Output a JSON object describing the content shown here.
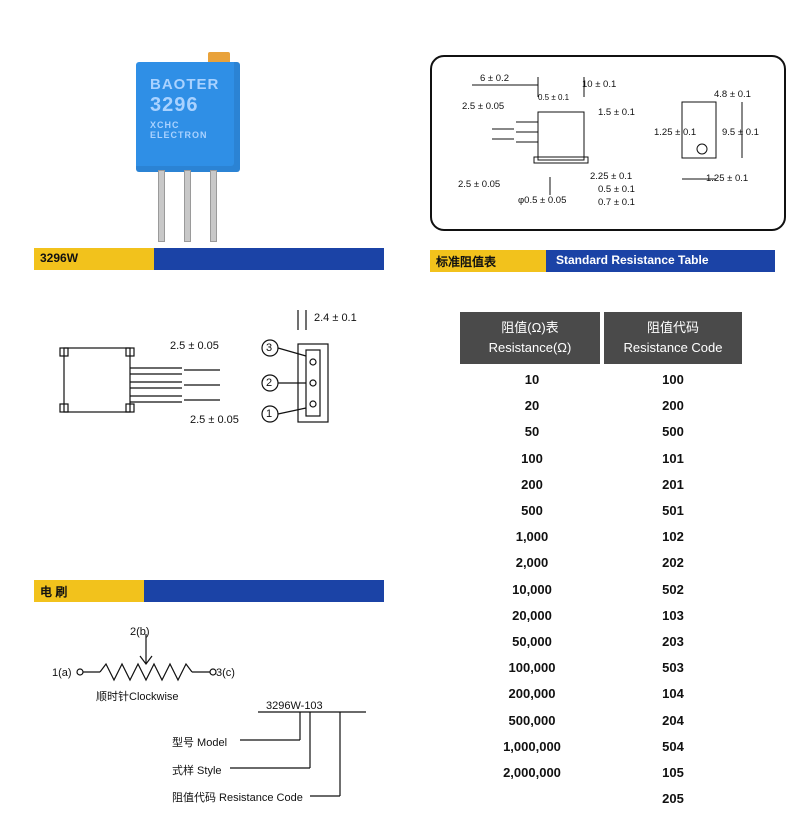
{
  "photo": {
    "brand": "BAOTER",
    "model": "3296",
    "maker": "XCHC ELECTRON"
  },
  "spec_dims": {
    "d1": "6 ± 0.2",
    "d2": "10 ± 0.1",
    "d3": "0.5 ± 0.1",
    "d4": "2.5 ± 0.05",
    "d5": "1.5 ± 0.1",
    "d6": "4.8 ± 0.1",
    "d7": "1.25 ± 0.1",
    "d8": "9.5 ± 0.1",
    "d9": "2.25 ± 0.1",
    "d10": "0.5 ± 0.1",
    "d11": "0.7 ± 0.1",
    "d12": "2.5 ± 0.05",
    "d13": "φ0.5 ± 0.05",
    "d14": "1.25 ± 0.1"
  },
  "section_3296w": {
    "title": "3296W",
    "dim_a": "2.5 ± 0.05",
    "dim_b": "2.5 ± 0.05",
    "dim_c": "2.4 ± 0.1",
    "pin1": "1",
    "pin2": "2",
    "pin3": "3"
  },
  "section_table": {
    "title_cn": "标准阻值表",
    "title_en": "Standard Resistance Table",
    "header_value_cn": "阻值(Ω)表",
    "header_value_en": "Resistance(Ω)",
    "header_code_cn": "阻值代码",
    "header_code_en": "Resistance Code",
    "rows": [
      {
        "value": "10",
        "code": "100"
      },
      {
        "value": "20",
        "code": "200"
      },
      {
        "value": "50",
        "code": "500"
      },
      {
        "value": "100",
        "code": "101"
      },
      {
        "value": "200",
        "code": "201"
      },
      {
        "value": "500",
        "code": "501"
      },
      {
        "value": "1,000",
        "code": "102"
      },
      {
        "value": "2,000",
        "code": "202"
      },
      {
        "value": "10,000",
        "code": "502"
      },
      {
        "value": "20,000",
        "code": "103"
      },
      {
        "value": "50,000",
        "code": "203"
      },
      {
        "value": "100,000",
        "code": "503"
      },
      {
        "value": "200,000",
        "code": "104"
      },
      {
        "value": "500,000",
        "code": "204"
      },
      {
        "value": "1,000,000",
        "code": "504"
      },
      {
        "value": "2,000,000",
        "code": "105"
      }
    ],
    "extra_code": "205"
  },
  "section_brush": {
    "title": "电 刷",
    "term_a": "1(a)",
    "term_b": "2(b)",
    "term_c": "3(c)",
    "clockwise": "顺时针Clockwise",
    "part_number": "3296W-103",
    "model_label": "型号  Model",
    "style_label": "式样  Style",
    "code_label": "阻值代码  Resistance Code"
  },
  "colors": {
    "bar_blue": "#1b43a6",
    "bar_yellow": "#f2c21c",
    "pot_blue": "#2f8fe6",
    "table_header": "#4a4a4a"
  }
}
